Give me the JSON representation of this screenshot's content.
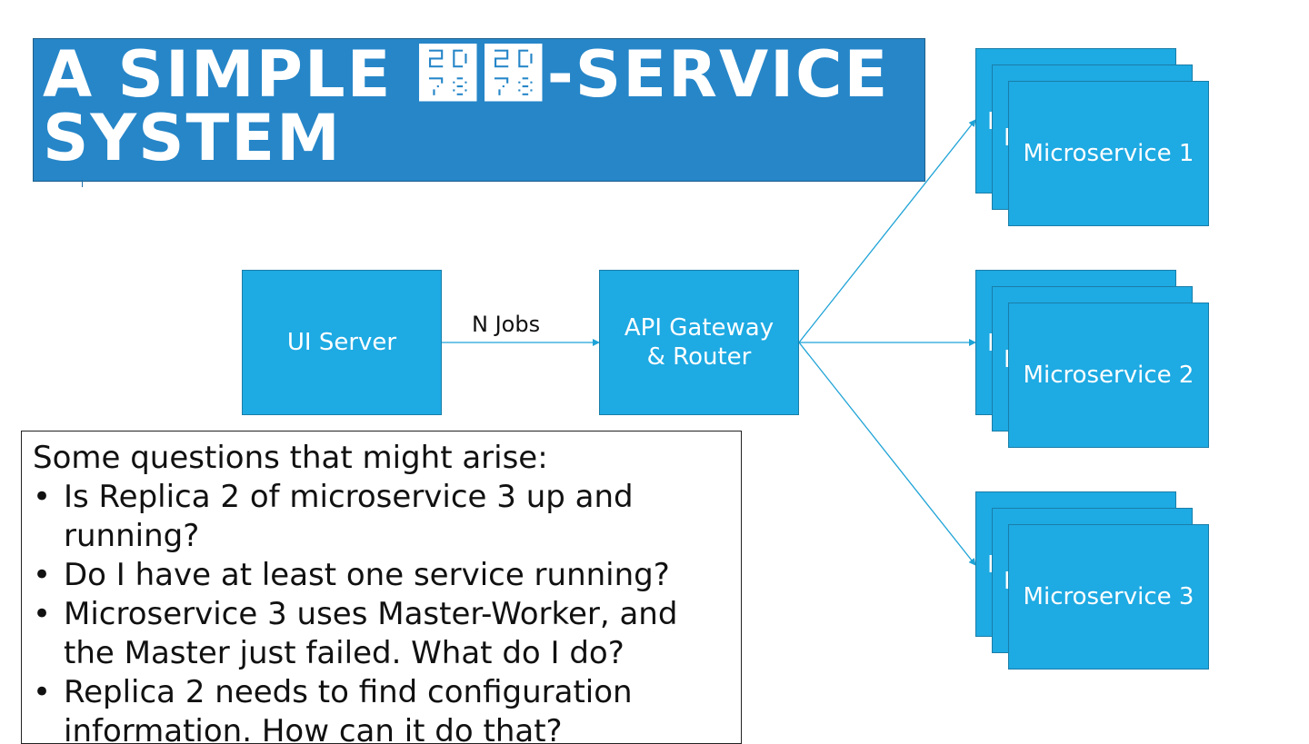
{
  "title": {
    "line1": "A SIMPLE ⵸⵸-SERVICE",
    "line2": "SYSTEM"
  },
  "nodes": {
    "ui_server": "UI Server",
    "gateway_line1": "API Gateway",
    "gateway_line2": "& Router",
    "microservices": [
      {
        "label": "Microservice 1",
        "peek": "I"
      },
      {
        "label": "Microservice 2",
        "peek": "I"
      },
      {
        "label": "Microservice 3",
        "peek": "I"
      }
    ]
  },
  "edge_label": "N Jobs",
  "questions": {
    "heading": "Some questions that might arise:",
    "items": [
      "Is Replica 2 of microservice 3 up and running?",
      "Do I have at least one service running?",
      "Microservice 3 uses Master-Worker, and the Master just failed. What do I do?",
      "Replica 2 needs to find configuration information. How can it do that?"
    ]
  },
  "colors": {
    "title_bg": "#2686c8",
    "box_fill": "#1eaae3",
    "connector": "#1ea3d6"
  }
}
